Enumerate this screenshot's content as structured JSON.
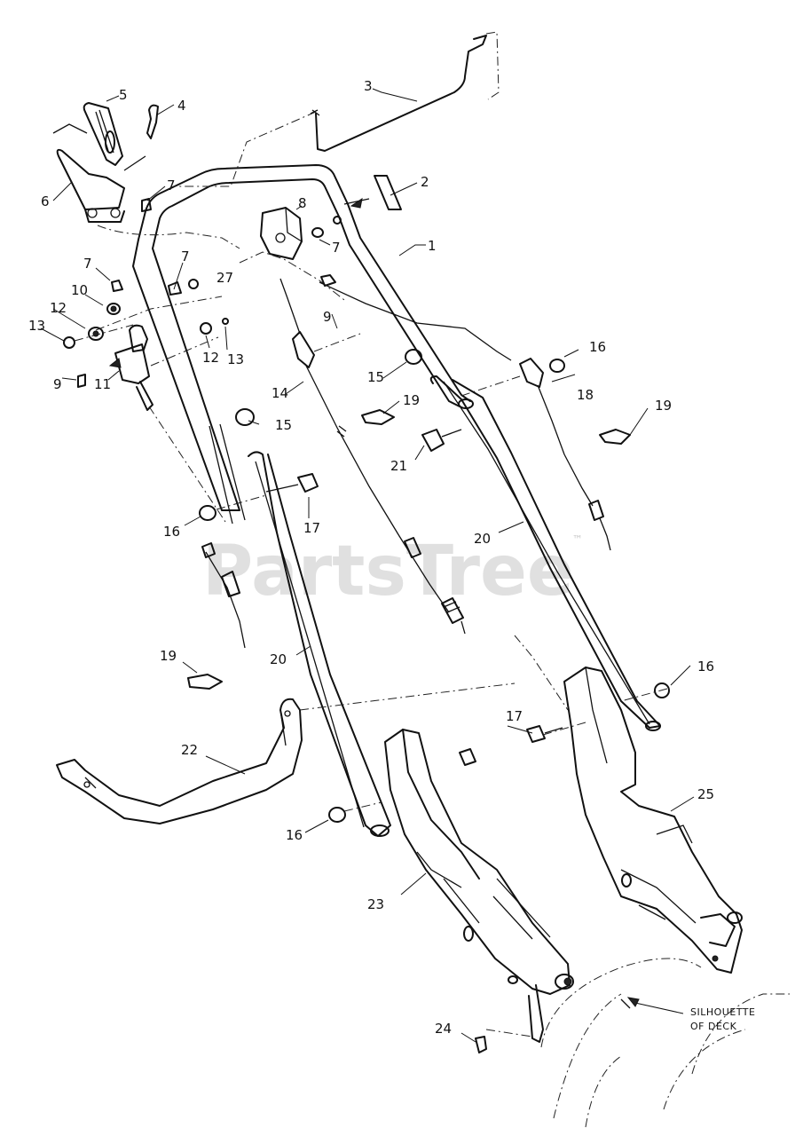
{
  "watermark": {
    "brand": "PartsTree",
    "trademark": "™"
  },
  "annotation": {
    "line1": "SILHOUETTE",
    "line2": "OF DECK"
  },
  "callouts": {
    "c1": "1",
    "c2": "2",
    "c3": "3",
    "c4": "4",
    "c5": "5",
    "c6": "6",
    "c7a": "7",
    "c7b": "7",
    "c7c": "7",
    "c7d": "7",
    "c8": "8",
    "c9a": "9",
    "c9b": "9",
    "c10": "10",
    "c11": "11",
    "c12a": "12",
    "c12b": "12",
    "c13a": "13",
    "c13b": "13",
    "c14": "14",
    "c15a": "15",
    "c15b": "15",
    "c16a": "16",
    "c16b": "16",
    "c16c": "16",
    "c16d": "16",
    "c17a": "17",
    "c17b": "17",
    "c18": "18",
    "c19a": "19",
    "c19b": "19",
    "c19c": "19",
    "c20a": "20",
    "c20b": "20",
    "c21": "21",
    "c22": "22",
    "c23": "23",
    "c24": "24",
    "c25": "25",
    "c27": "27"
  }
}
